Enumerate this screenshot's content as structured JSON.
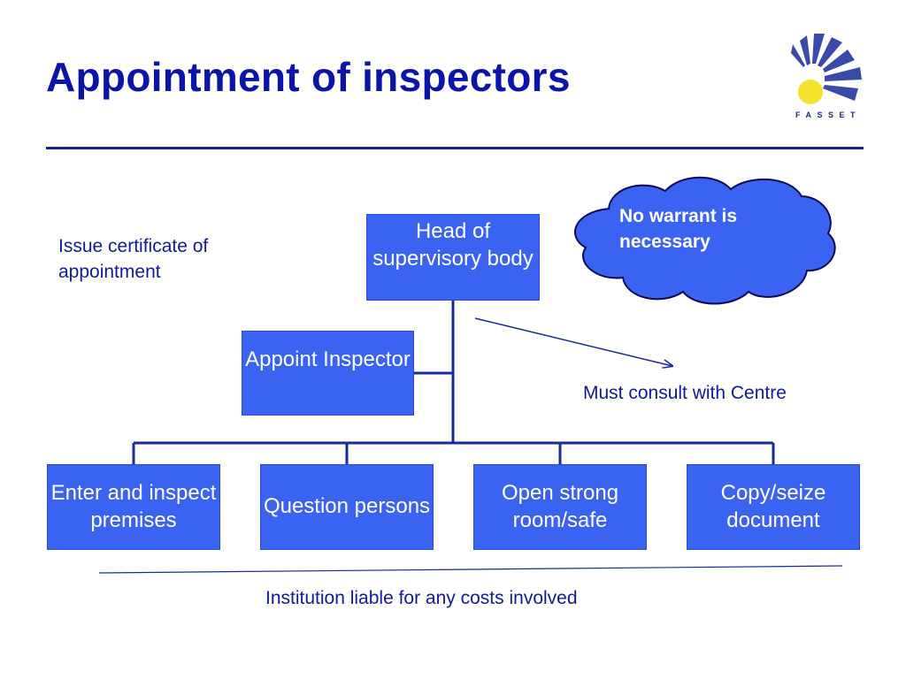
{
  "slide": {
    "title": "Appointment of inspectors",
    "logo_text": "FASSET"
  },
  "diagram": {
    "root": "Head of supervisory body",
    "appoint": "Appoint Inspector",
    "children": [
      "Enter and inspect premises",
      "Question persons",
      "Open strong room/safe",
      "Copy/seize document"
    ],
    "cloud_note": "No warrant is necessary",
    "side_note": "Issue certificate of appointment",
    "consult_note": "Must consult with Centre",
    "footer_note": "Institution liable for any costs involved"
  },
  "colors": {
    "title": "#0a14a8",
    "box_fill": "#3a63f2",
    "line": "#1a2a9a",
    "cloud_fill": "#3a63f2",
    "logo_blue": "#3a4aa8",
    "logo_yellow": "#f5e22a"
  }
}
